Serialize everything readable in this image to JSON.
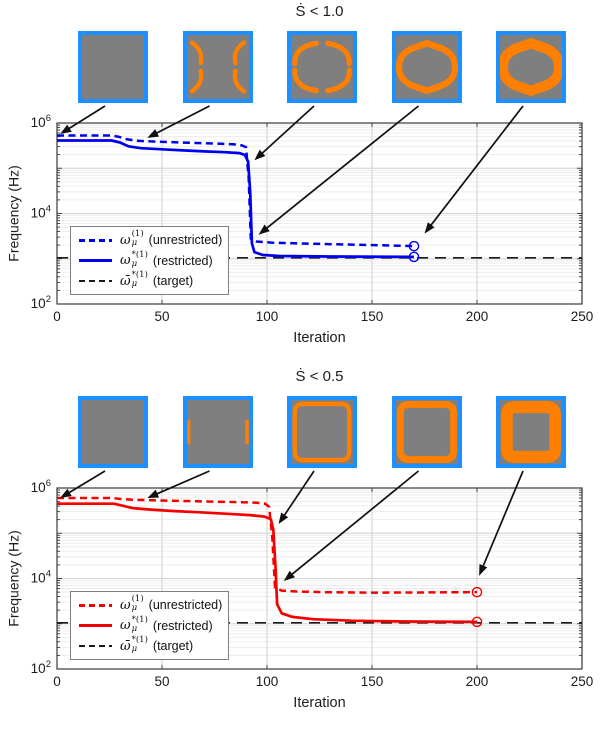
{
  "figure": {
    "background": "#ffffff"
  },
  "styles": {
    "inset_border": "#1e8fff",
    "inset_fill": "#7f7f7f",
    "feature_color": "#ff8000",
    "grid_minor": "#ededed",
    "grid_major": "#d7d7d7",
    "frame": "#3a3a3a",
    "arrow": "#101010",
    "text": "#1c1c1c"
  },
  "chart_data": [
    {
      "type": "line",
      "panel_title": "Ṡ < 1.0",
      "xlabel": "Iteration",
      "ylabel": "Frequency (Hz)",
      "xlim": [
        0,
        250
      ],
      "ylog_exponent_range": [
        2,
        6
      ],
      "xticks": [
        0,
        50,
        100,
        150,
        200,
        250
      ],
      "ytick_exponents": [
        2,
        4,
        6
      ],
      "grid": true,
      "legend_position": "lower left",
      "accent": "#0000f0",
      "snapshots": {
        "patterns": [
          "blank",
          "edge-hooks",
          "broken-ring",
          "hex-ring",
          "hex-ring-thick"
        ],
        "arrow_targets": [
          [
            1.5,
            570000
          ],
          [
            43,
            470000
          ],
          [
            94,
            150000
          ],
          [
            96,
            3400
          ],
          [
            175,
            3600
          ]
        ]
      },
      "series": [
        {
          "key": "unrestricted",
          "style": "dashed",
          "color": "#0000f0",
          "legend": {
            "symbol": "ω",
            "sub": "μ",
            "sup": "(1)",
            "desc": "(unrestricted)"
          },
          "points": [
            [
              0,
              530000
            ],
            [
              26,
              530000
            ],
            [
              29,
              500000
            ],
            [
              33,
              440000
            ],
            [
              38,
              405000
            ],
            [
              46,
              390000
            ],
            [
              56,
              375000
            ],
            [
              66,
              362000
            ],
            [
              76,
              350000
            ],
            [
              84,
              338000
            ],
            [
              88,
              320000
            ],
            [
              90,
              292000
            ],
            [
              91.3,
              60000
            ],
            [
              92.3,
              2750
            ],
            [
              95,
              2400
            ],
            [
              102,
              2280
            ],
            [
              115,
              2180
            ],
            [
              135,
              2080
            ],
            [
              155,
              1980
            ],
            [
              170,
              1900
            ]
          ]
        },
        {
          "key": "restricted",
          "style": "solid",
          "color": "#0000f0",
          "legend": {
            "symbol": "ω",
            "sub": "μ",
            "sup": "*(1)",
            "desc": "(restricted)"
          },
          "points": [
            [
              0,
              410000
            ],
            [
              26,
              410000
            ],
            [
              30,
              370000
            ],
            [
              34,
              305000
            ],
            [
              40,
              278000
            ],
            [
              50,
              262000
            ],
            [
              60,
              248000
            ],
            [
              70,
              236000
            ],
            [
              80,
              226000
            ],
            [
              87,
              216000
            ],
            [
              89.5,
              196000
            ],
            [
              91,
              140000
            ],
            [
              92,
              30000
            ],
            [
              92.8,
              2200
            ],
            [
              94,
              1400
            ],
            [
              98,
              1210
            ],
            [
              106,
              1150
            ],
            [
              130,
              1120
            ],
            [
              170,
              1100
            ]
          ]
        },
        {
          "key": "target",
          "style": "dashed",
          "color": "#1a1a1a",
          "legend": {
            "symbol": "ω̄",
            "sub": "μ",
            "sup": "*(1)",
            "desc": "(target)"
          },
          "points": [
            [
              0,
              1050
            ],
            [
              250,
              1050
            ]
          ]
        }
      ],
      "end_markers": [
        {
          "x": 170,
          "y": 1900
        },
        {
          "x": 170,
          "y": 1100
        }
      ]
    },
    {
      "type": "line",
      "panel_title": "Ṡ < 0.5",
      "xlabel": "Iteration",
      "ylabel": "Frequency (Hz)",
      "xlim": [
        0,
        250
      ],
      "ylog_exponent_range": [
        2,
        6
      ],
      "xticks": [
        0,
        50,
        100,
        150,
        200,
        250
      ],
      "ytick_exponents": [
        2,
        4,
        6
      ],
      "grid": true,
      "legend_position": "lower left",
      "accent": "#f50000",
      "snapshots": {
        "patterns": [
          "blank",
          "edge-ticks",
          "round-frame-thin",
          "round-frame-med",
          "round-frame-thick"
        ],
        "arrow_targets": [
          [
            1.5,
            600000
          ],
          [
            43,
            600000
          ],
          [
            105.5,
            160000
          ],
          [
            108,
            8800
          ],
          [
            201,
            11500
          ]
        ]
      },
      "series": [
        {
          "key": "unrestricted",
          "style": "dashed",
          "color": "#f50000",
          "legend": {
            "symbol": "ω",
            "sub": "μ",
            "sup": "(1)",
            "desc": "(unrestricted)"
          },
          "points": [
            [
              0,
              600000
            ],
            [
              26,
              600000
            ],
            [
              30,
              575000
            ],
            [
              36,
              552000
            ],
            [
              46,
              535000
            ],
            [
              60,
              515000
            ],
            [
              74,
              500000
            ],
            [
              86,
              487000
            ],
            [
              95,
              473000
            ],
            [
              99,
              452000
            ],
            [
              101,
              385000
            ],
            [
              102.5,
              80000
            ],
            [
              103.8,
              6300
            ],
            [
              107,
              5400
            ],
            [
              114,
              5150
            ],
            [
              128,
              4980
            ],
            [
              148,
              4870
            ],
            [
              172,
              4900
            ],
            [
              200,
              5000
            ]
          ]
        },
        {
          "key": "restricted",
          "style": "solid",
          "color": "#f50000",
          "legend": {
            "symbol": "ω",
            "sub": "μ",
            "sup": "*(1)",
            "desc": "(restricted)"
          },
          "points": [
            [
              0,
              450000
            ],
            [
              27,
              450000
            ],
            [
              31,
              408000
            ],
            [
              36,
              360000
            ],
            [
              44,
              335000
            ],
            [
              55,
              310000
            ],
            [
              68,
              290000
            ],
            [
              80,
              271000
            ],
            [
              92,
              252000
            ],
            [
              99,
              232000
            ],
            [
              101.8,
              205000
            ],
            [
              103,
              120000
            ],
            [
              104,
              20000
            ],
            [
              104.8,
              2700
            ],
            [
              107,
              1700
            ],
            [
              112,
              1420
            ],
            [
              122,
              1260
            ],
            [
              140,
              1170
            ],
            [
              165,
              1120
            ],
            [
              200,
              1100
            ]
          ]
        },
        {
          "key": "target",
          "style": "dashed",
          "color": "#1a1a1a",
          "legend": {
            "symbol": "ω̄",
            "sub": "μ",
            "sup": "*(1)",
            "desc": "(target)"
          },
          "points": [
            [
              0,
              1050
            ],
            [
              250,
              1050
            ]
          ]
        }
      ],
      "end_markers": [
        {
          "x": 200,
          "y": 5000
        },
        {
          "x": 200,
          "y": 1100
        }
      ]
    }
  ]
}
